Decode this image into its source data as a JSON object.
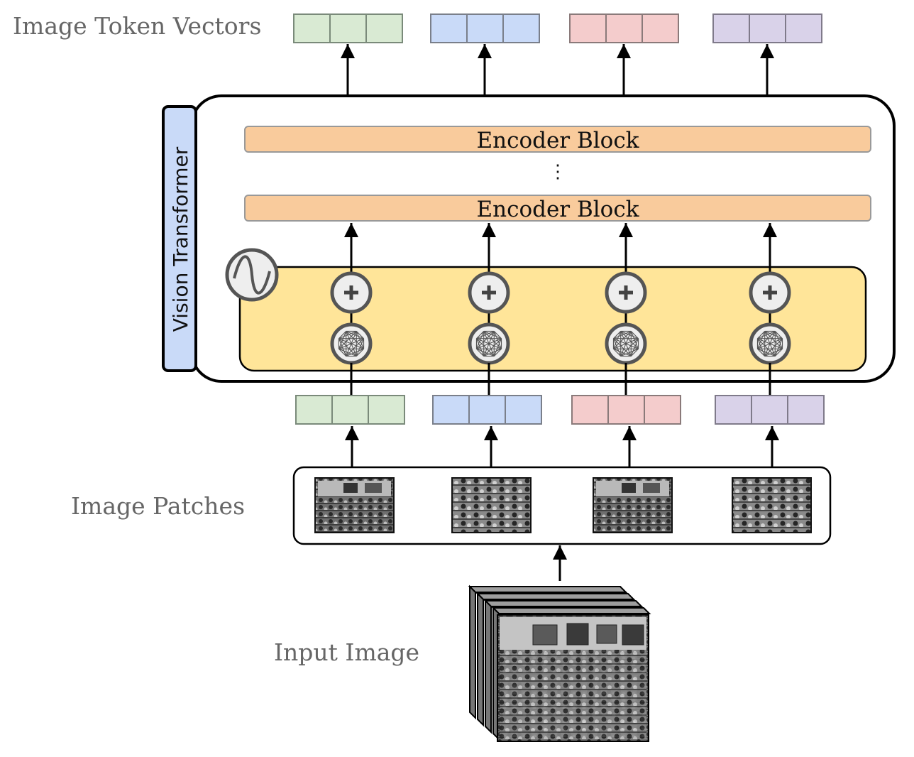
{
  "labels": {
    "image_token_vectors": "Image Token Vectors",
    "vision_transformer": "Vision Transformer",
    "encoder_block_top": "Encoder Block",
    "encoder_block_bottom": "Encoder Block",
    "ellipsis": "⋮",
    "image_patches": "Image Patches",
    "input_image": "Input Image"
  },
  "tokens": [
    {
      "fill": "#d9ead3",
      "stroke": "#7a8a7a"
    },
    {
      "fill": "#c9daf8",
      "stroke": "#7a7f8a"
    },
    {
      "fill": "#f4cccc",
      "stroke": "#8a7a7a"
    },
    {
      "fill": "#d9d2e9",
      "stroke": "#7f7a8a"
    }
  ],
  "colors": {
    "encoder_block": "#f9cb9c",
    "embedding_band": "#ffe599",
    "vit_tab": "#c9daf8",
    "node_fill": "#eeeeee",
    "node_stroke": "#555555",
    "arrow": "#000000"
  },
  "icons": {
    "positional": "sine-wave-icon",
    "add": "plus-icon",
    "projection": "network-mesh-icon"
  }
}
